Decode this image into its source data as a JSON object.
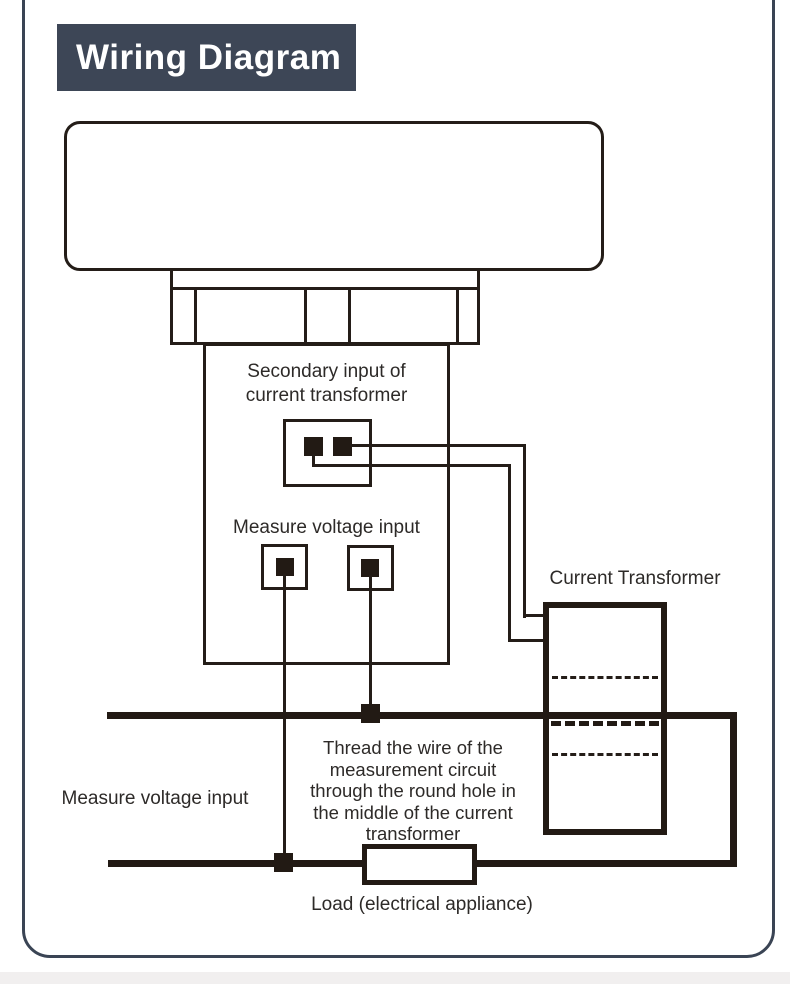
{
  "header": {
    "title": "Wiring Diagram"
  },
  "labels": {
    "secondary_input": "Secondary input of\ncurrent transformer",
    "measure_voltage_inner": "Measure voltage input",
    "current_transformer": "Current Transformer",
    "thread_note": "Thread the wire of the\nmeasurement circuit\nthrough the round hole in\nthe middle of the current\ntransformer",
    "measure_voltage_outer": "Measure voltage input",
    "load": "Load (electrical appliance)"
  },
  "colors": {
    "badge": "#3d4656",
    "badge_text": "#ffffff",
    "page_border": "#3a4454",
    "diagram_line": "#241d18",
    "power_wire": "#221a14",
    "label_text": "#2d2a28"
  }
}
